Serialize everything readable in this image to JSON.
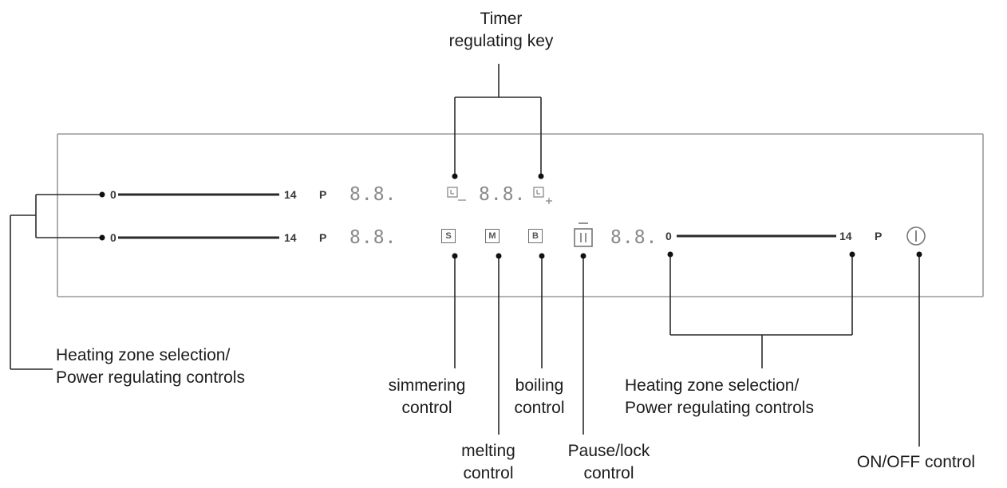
{
  "labels": {
    "timer_line1": "Timer",
    "timer_line2": "regulating key",
    "left_zone_line1": "Heating zone selection/",
    "left_zone_line2": "Power regulating controls",
    "right_zone_line1": "Heating zone selection/",
    "right_zone_line2": "Power regulating controls",
    "simmering_line1": "simmering",
    "simmering_line2": "control",
    "boiling_line1": "boiling",
    "boiling_line2": "control",
    "melting_line1": "melting",
    "melting_line2": "control",
    "pause_line1": "Pause/lock",
    "pause_line2": "control",
    "onoff": "ON/OFF control"
  },
  "panel": {
    "slider_min": "0",
    "slider_max": "14",
    "power_boost": "P",
    "display": "8.8.",
    "key_simmer": "S",
    "key_melt": "M",
    "key_boil": "B",
    "key_pause": "II"
  }
}
